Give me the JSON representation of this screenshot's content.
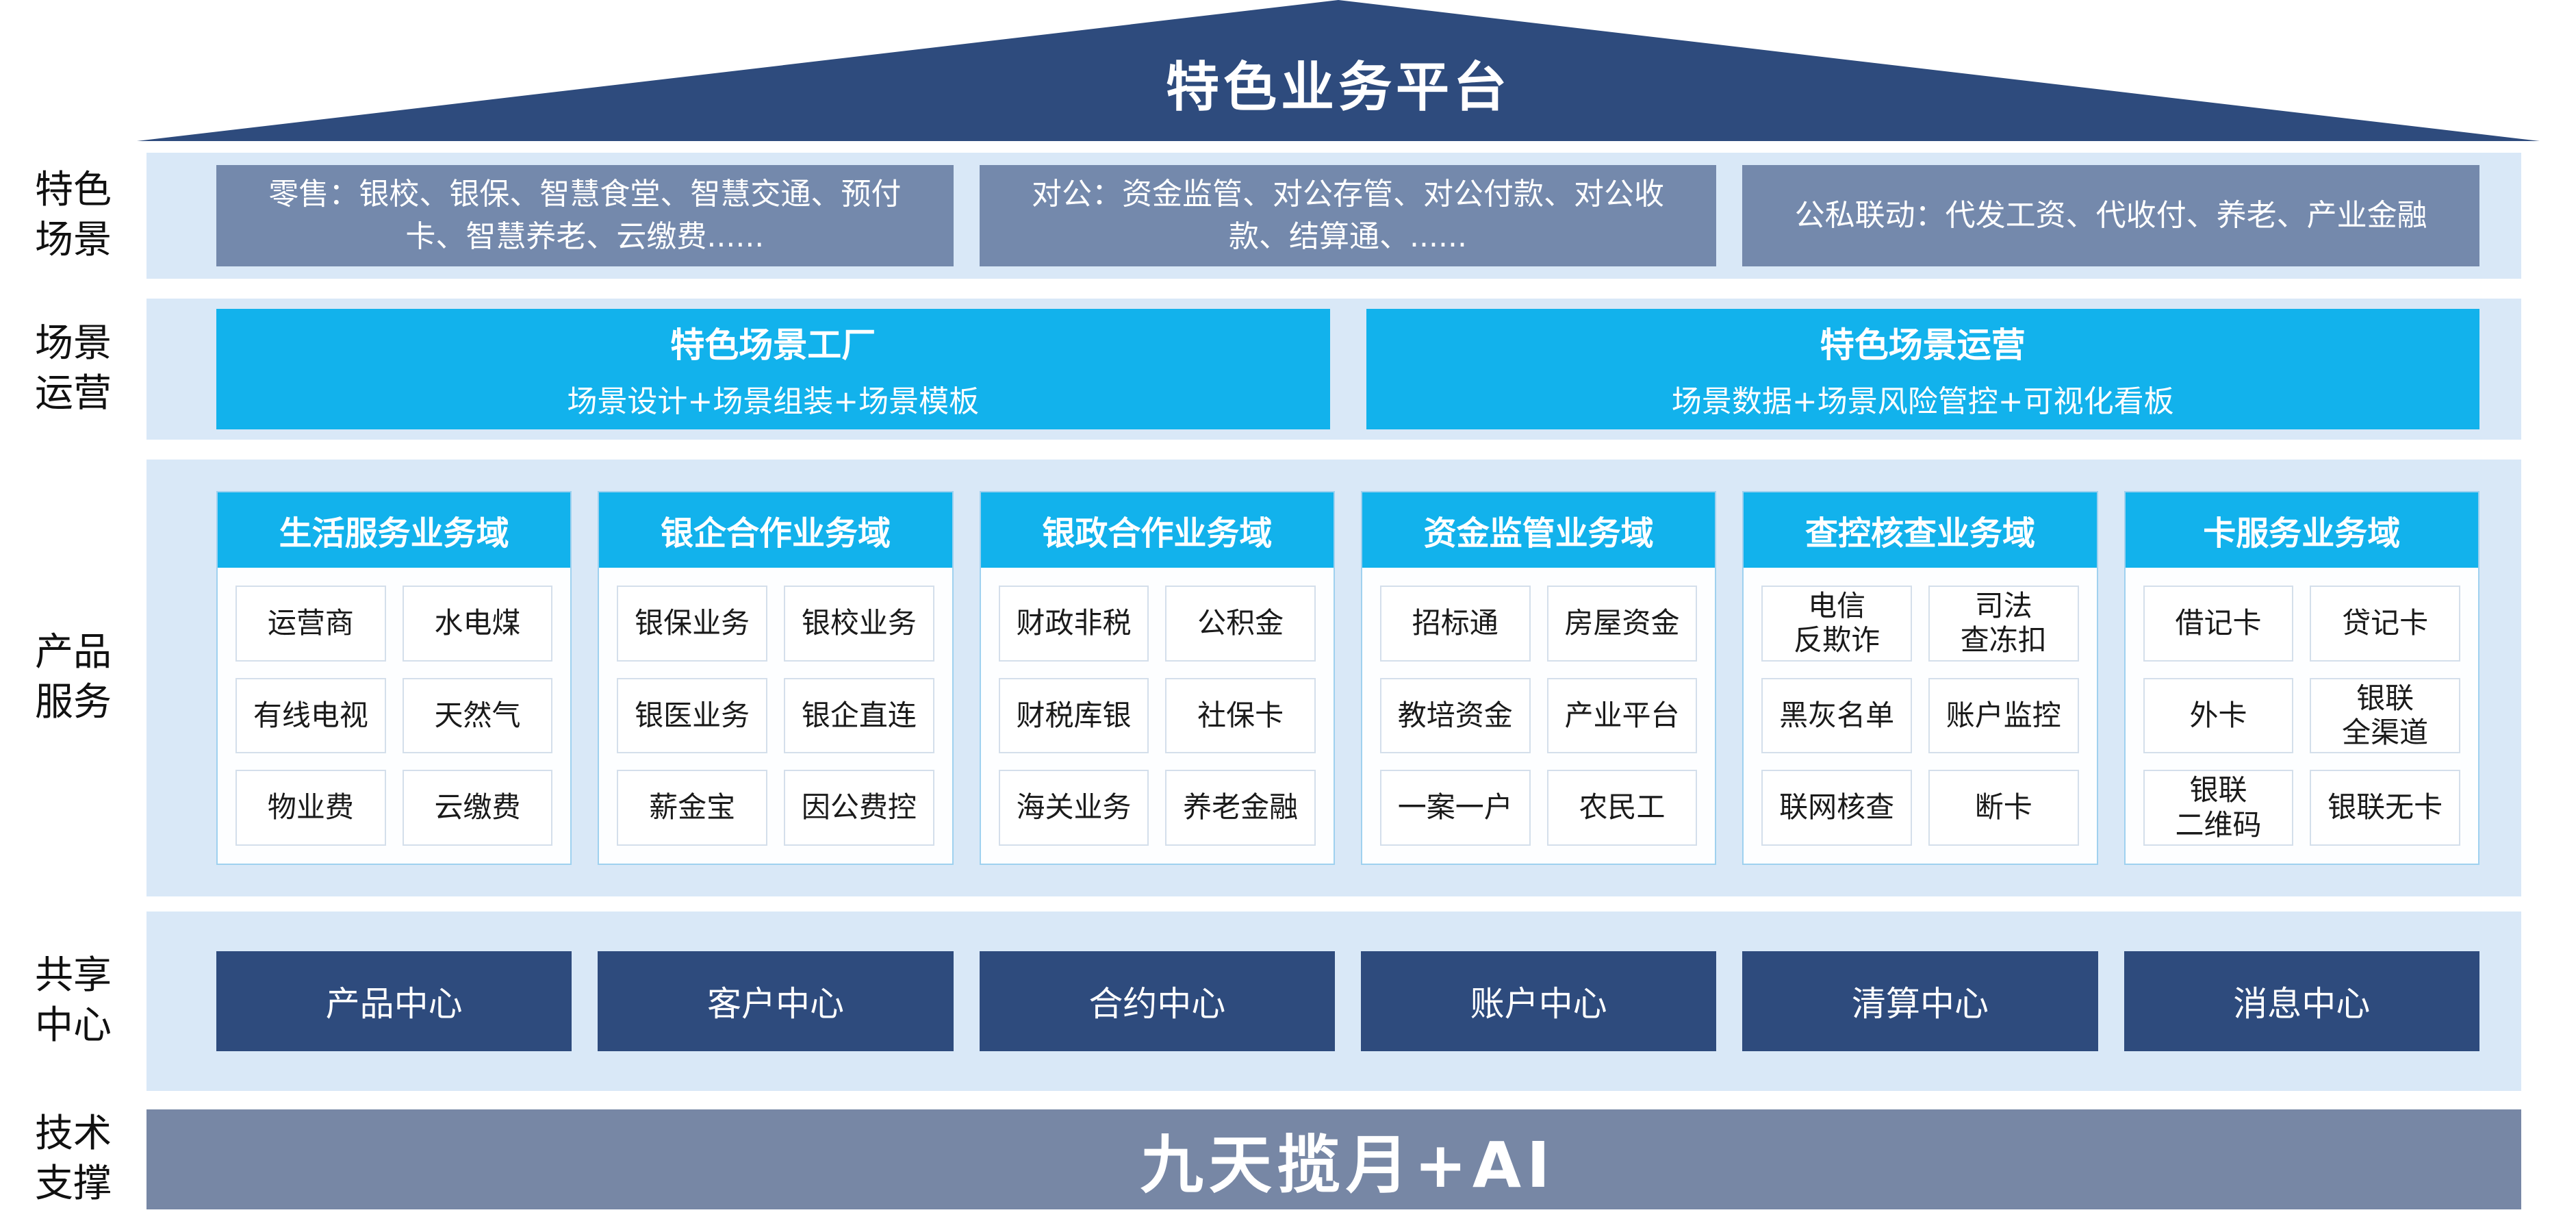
{
  "title": "特色业务平台",
  "colors": {
    "navy": "#2e4b7d",
    "band_blue": "#d9e8f7",
    "scene_gray_blue": "#7489ac",
    "cyan": "#12b2ec",
    "footer_gray": "#7787a5"
  },
  "rows": {
    "scenes": {
      "label": "特色\n场景",
      "boxes": [
        "零售：银校、银保、智慧食堂、智慧交通、预付卡、智慧养老、云缴费......",
        "对公：资金监管、对公存管、对公付款、对公收款、结算通、......",
        "公私联动：代发工资、代收付、养老、产业金融"
      ]
    },
    "operations": {
      "label": "场景\n运营",
      "boxes": [
        {
          "title": "特色场景工厂",
          "subtitle": "场景设计+场景组装+场景模板"
        },
        {
          "title": "特色场景运营",
          "subtitle": "场景数据+场景风险管控+可视化看板"
        }
      ]
    },
    "products": {
      "label": "产品\n服务",
      "domains": [
        {
          "title": "生活服务业务域",
          "cells": [
            "运营商",
            "水电煤",
            "有线电视",
            "天然气",
            "物业费",
            "云缴费"
          ]
        },
        {
          "title": "银企合作业务域",
          "cells": [
            "银保业务",
            "银校业务",
            "银医业务",
            "银企直连",
            "薪金宝",
            "因公费控"
          ]
        },
        {
          "title": "银政合作业务域",
          "cells": [
            "财政非税",
            "公积金",
            "财税库银",
            "社保卡",
            "海关业务",
            "养老金融"
          ]
        },
        {
          "title": "资金监管业务域",
          "cells": [
            "招标通",
            "房屋资金",
            "教培资金",
            "产业平台",
            "一案一户",
            "农民工"
          ]
        },
        {
          "title": "查控核查业务域",
          "cells": [
            "电信\n反欺诈",
            "司法\n查冻扣",
            "黑灰名单",
            "账户监控",
            "联网核查",
            "断卡"
          ]
        },
        {
          "title": "卡服务业务域",
          "cells": [
            "借记卡",
            "贷记卡",
            "外卡",
            "银联\n全渠道",
            "银联\n二维码",
            "银联无卡"
          ]
        }
      ]
    },
    "centers": {
      "label": "共享\n中心",
      "boxes": [
        "产品中心",
        "客户中心",
        "合约中心",
        "账户中心",
        "清算中心",
        "消息中心"
      ]
    },
    "tech": {
      "label": "技术\n支撑",
      "title": "九天揽月+AI"
    }
  }
}
